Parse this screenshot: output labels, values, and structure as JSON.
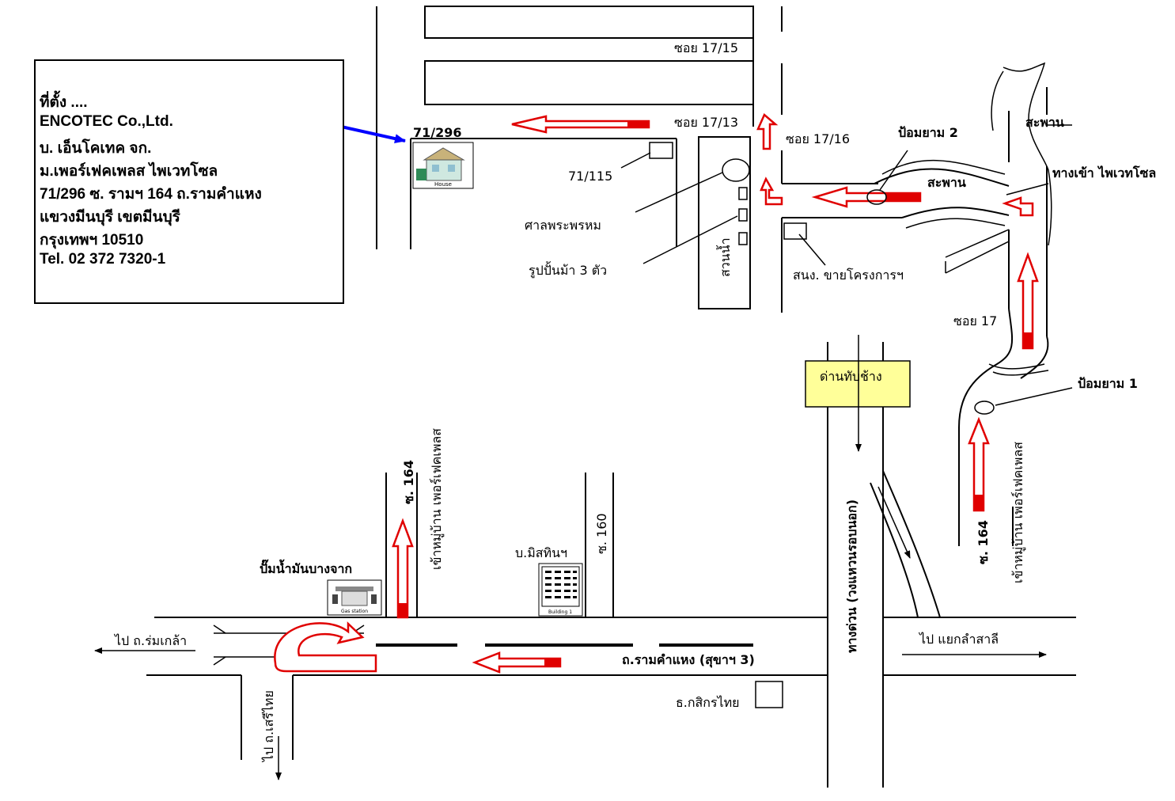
{
  "info": {
    "heading": "ที่ตั้ง ....",
    "company_en": "ENCOTEC Co.,Ltd.",
    "company_th": "บ. เอ็นโคเทค จก.",
    "village": "ม.เพอร์เฟคเพลส ไพเวทโซล",
    "address": "71/296  ซ. รามฯ 164 ถ.รามคำแหง",
    "district": "แขวงมีนบุรี เขตมีนบุรี",
    "city": "กรุงเทพฯ 10510",
    "tel": "Tel. 02 372 7320-1"
  },
  "icons": {
    "house_caption": "House",
    "gas_caption": "Gas station",
    "building_caption": "Building 1"
  },
  "labels": {
    "house_no": "71/296",
    "soi_17_15": "ซอย 17/15",
    "soi_17_13": "ซอย 17/13",
    "soi_17_16": "ซอย 17/16",
    "soi_17": "ซอย 17",
    "house_71_115": "71/115",
    "shrine": "ศาลพระพรหม",
    "horses": "รูปปั้นม้า 3 ตัว",
    "park": "สวนน้ำ",
    "sales_office": "สนง. ขายโครงการฯ",
    "guard_2": "ป้อมยาม 2",
    "bridge_1": "สะพาน",
    "bridge_2": "สะพาน",
    "private_entrance": "ทางเข้า ไพเวทโซล",
    "guard_1": "ป้อมยาม 1",
    "toll_gate": "ด่านทับช้าง",
    "expressway": "ทางด่วน  (วงแหวนรอบนอก)",
    "soi_164_left": "ซ. 164",
    "enter_village_left": "เข้าหมู่บ้าน   เพอร์เฟคเพลส",
    "soi_164_right": "ซ. 164",
    "enter_village_right": "เข้าหมู่บ้าน   เพอร์เฟคเพลส",
    "soi_160": "ซ. 160",
    "misathin": "บ.มิสทินฯ",
    "gas_station": "ปั๊มน้ำมันบางจาก",
    "to_romklao": "ไป ถ.ร่มเกล้า",
    "to_serithai": "ไป ถ.เสรีไทย",
    "to_lamsalee": "ไป แยกลำสาลี",
    "ramkhamhaeng": "ถ.รามคำแหง (สุขาฯ 3)",
    "kasikorn": "ธ.กสิกรไทย"
  },
  "colors": {
    "route_arrow": "#e00000",
    "pointer_arrow": "#0000ff",
    "toll_fill": "#ffff99"
  }
}
